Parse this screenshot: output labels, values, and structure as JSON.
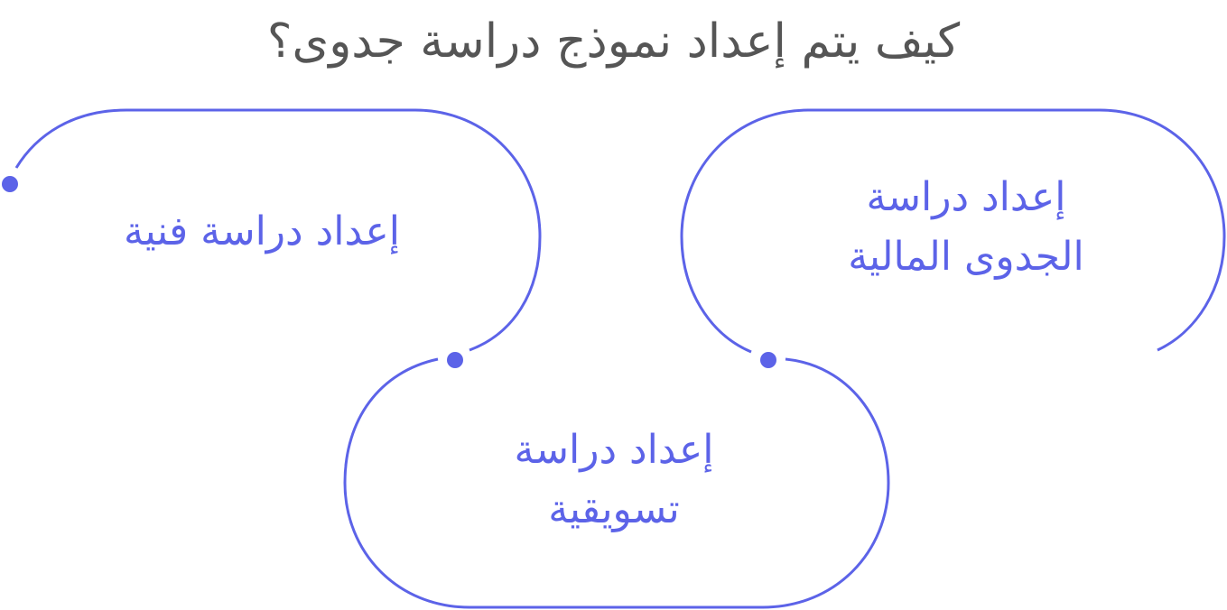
{
  "title": "كيف يتم إعداد نموذج دراسة جدوى؟",
  "colors": {
    "accent": "#5C63E8",
    "title": "#555555",
    "background": "#FFFFFF"
  },
  "steps": [
    {
      "lines": [
        "إعداد دراسة فنية"
      ]
    },
    {
      "lines": [
        "إعداد دراسة",
        "الجدوى المالية"
      ]
    },
    {
      "lines": [
        "إعداد دراسة",
        "تسويقية"
      ]
    }
  ]
}
